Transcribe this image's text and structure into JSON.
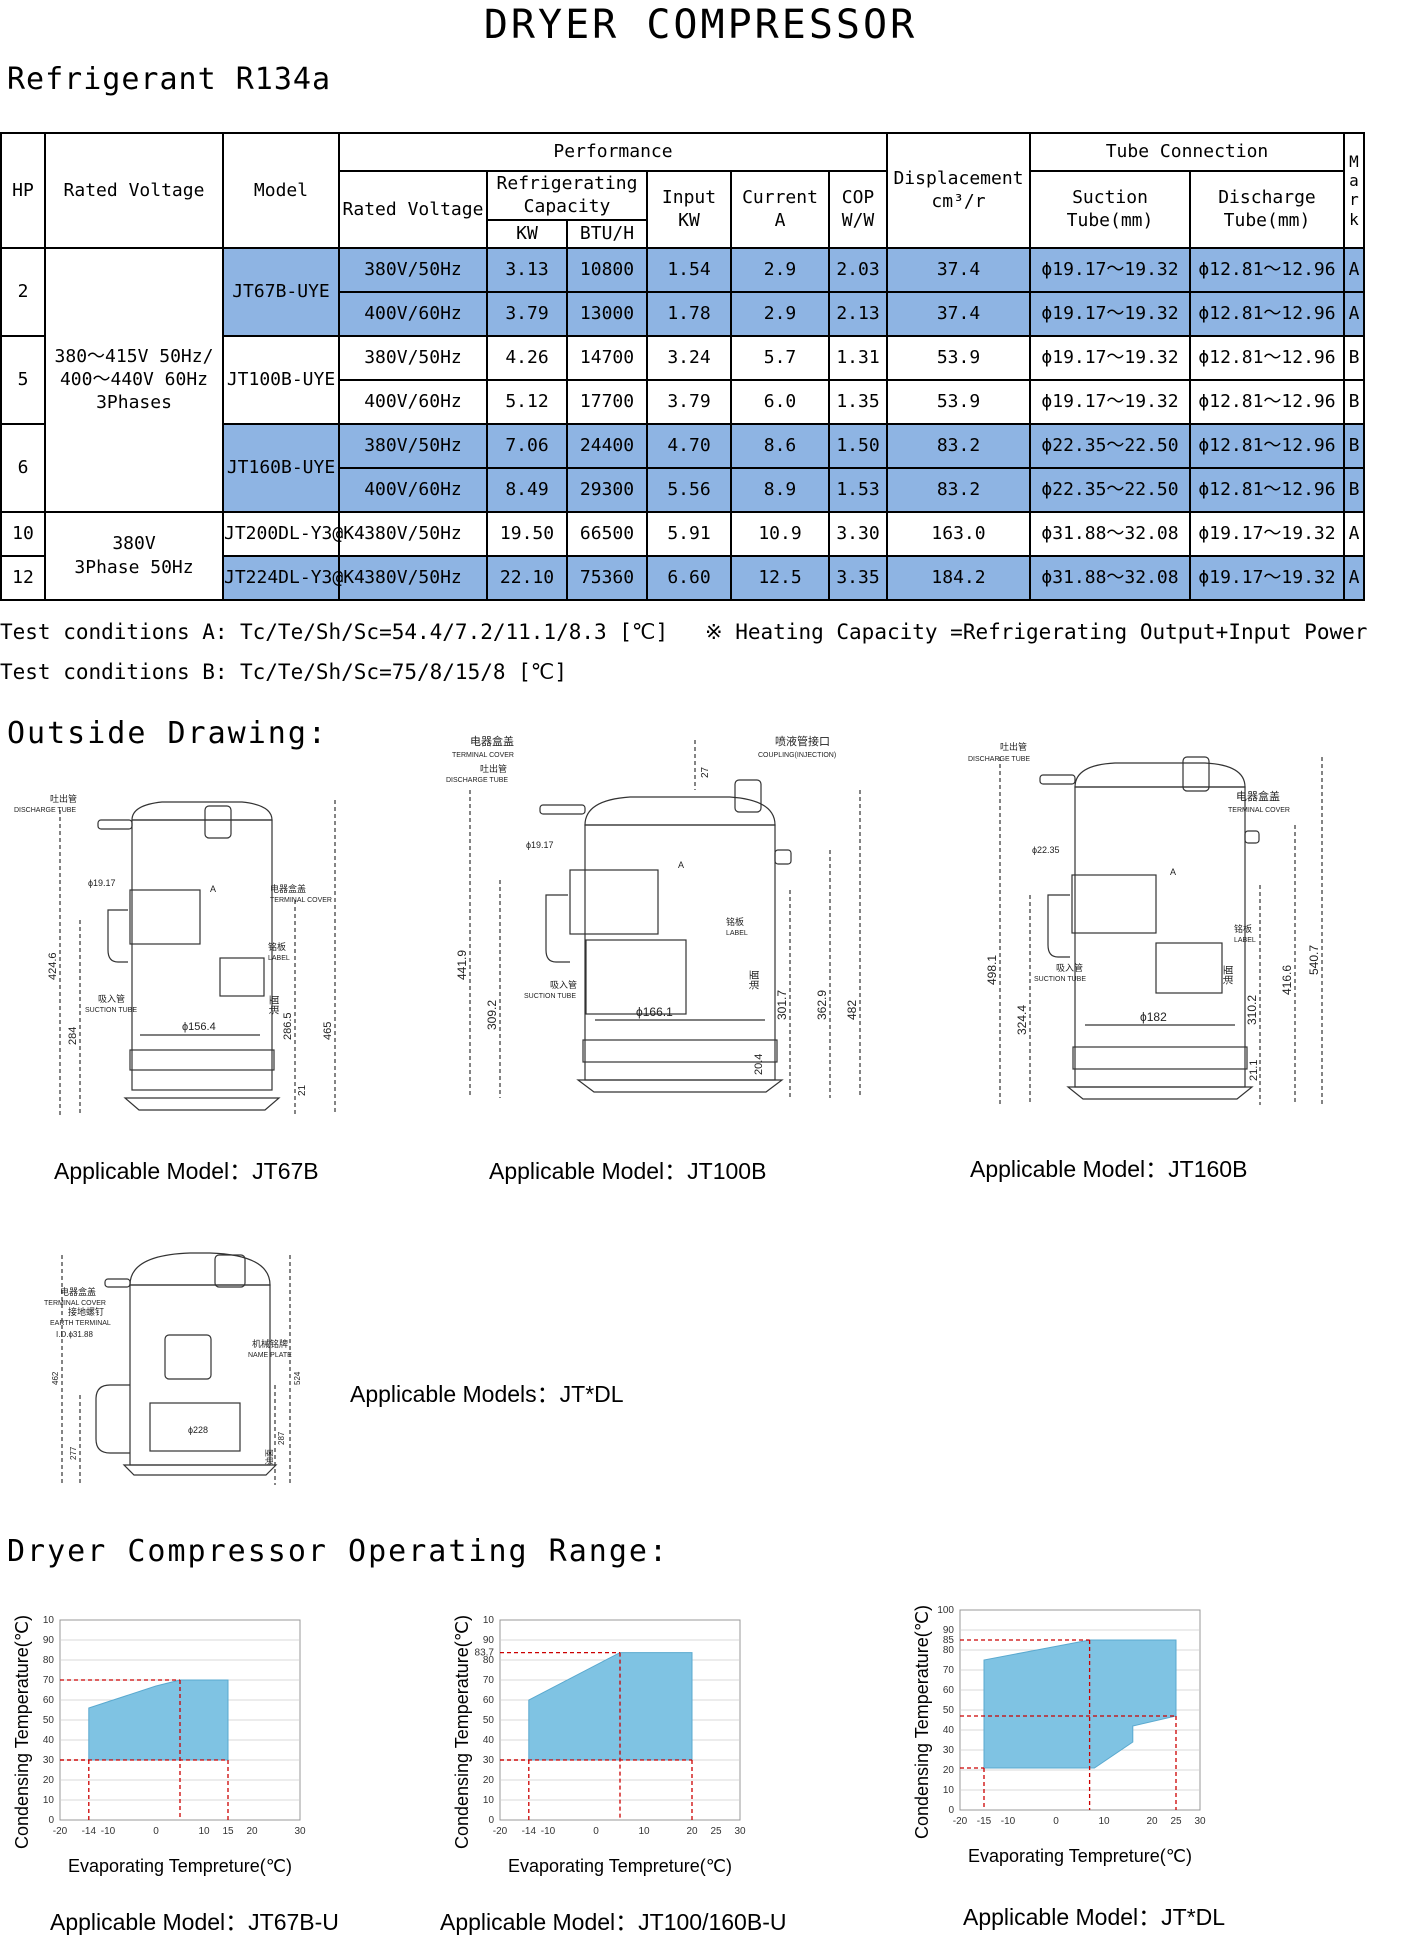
{
  "title": "DRYER COMPRESSOR",
  "refrigerant": "Refrigerant R134a",
  "table": {
    "headers": {
      "hp": "HP",
      "rated_voltage": "Rated Voltage",
      "model": "Model",
      "performance": "Performance",
      "perf_rated_voltage": "Rated Voltage",
      "refrigerating_capacity": "Refrigerating Capacity",
      "kw": "KW",
      "btuh": "BTU/H",
      "input": "Input KW",
      "current": "Current A",
      "cop": "COP W/W",
      "displacement": "Displacement cm³/r",
      "tube_connection": "Tube Connection",
      "suction": "Suction Tube(mm)",
      "discharge": "Discharge Tube(mm)",
      "mark": "Mark"
    },
    "groups": [
      {
        "hp": "2",
        "model": "JT67B-UYE",
        "highlight": true,
        "rows": [
          {
            "voltage": "380V/50Hz",
            "kw": "3.13",
            "btuh": "10800",
            "input": "1.54",
            "current": "2.9",
            "cop": "2.03",
            "disp": "37.4",
            "suction": "ϕ19.17～19.32",
            "discharge": "ϕ12.81～12.96",
            "mark": "A"
          },
          {
            "voltage": "400V/60Hz",
            "kw": "3.79",
            "btuh": "13000",
            "input": "1.78",
            "current": "2.9",
            "cop": "2.13",
            "disp": "37.4",
            "suction": "ϕ19.17～19.32",
            "discharge": "ϕ12.81～12.96",
            "mark": "A"
          }
        ]
      },
      {
        "hp": "5",
        "model": "JT100B-UYE",
        "highlight": false,
        "rows": [
          {
            "voltage": "380V/50Hz",
            "kw": "4.26",
            "btuh": "14700",
            "input": "3.24",
            "current": "5.7",
            "cop": "1.31",
            "disp": "53.9",
            "suction": "ϕ19.17～19.32",
            "discharge": "ϕ12.81～12.96",
            "mark": "B"
          },
          {
            "voltage": "400V/60Hz",
            "kw": "5.12",
            "btuh": "17700",
            "input": "3.79",
            "current": "6.0",
            "cop": "1.35",
            "disp": "53.9",
            "suction": "ϕ19.17～19.32",
            "discharge": "ϕ12.81～12.96",
            "mark": "B"
          }
        ]
      },
      {
        "hp": "6",
        "model": "JT160B-UYE",
        "highlight": true,
        "rows": [
          {
            "voltage": "380V/50Hz",
            "kw": "7.06",
            "btuh": "24400",
            "input": "4.70",
            "current": "8.6",
            "cop": "1.50",
            "disp": "83.2",
            "suction": "ϕ22.35～22.50",
            "discharge": "ϕ12.81～12.96",
            "mark": "B"
          },
          {
            "voltage": "400V/60Hz",
            "kw": "8.49",
            "btuh": "29300",
            "input": "5.56",
            "current": "8.9",
            "cop": "1.53",
            "disp": "83.2",
            "suction": "ϕ22.35～22.50",
            "discharge": "ϕ12.81～12.96",
            "mark": "B"
          }
        ]
      },
      {
        "hp": "10",
        "model": "JT200DL-Y3@K4",
        "highlight": false,
        "rows": [
          {
            "voltage": "380V/50Hz",
            "kw": "19.50",
            "btuh": "66500",
            "input": "5.91",
            "current": "10.9",
            "cop": "3.30",
            "disp": "163.0",
            "suction": "ϕ31.88～32.08",
            "discharge": "ϕ19.17～19.32",
            "mark": "A"
          }
        ]
      },
      {
        "hp": "12",
        "model": "JT224DL-Y3@K4",
        "highlight": true,
        "rows": [
          {
            "voltage": "380V/50Hz",
            "kw": "22.10",
            "btuh": "75360",
            "input": "6.60",
            "current": "12.5",
            "cop": "3.35",
            "disp": "184.2",
            "suction": "ϕ31.88～32.08",
            "discharge": "ϕ19.17～19.32",
            "mark": "A"
          }
        ]
      }
    ],
    "rated_voltage_groups": [
      {
        "lines": [
          "380～415V 50Hz/",
          "400～440V 60Hz",
          "3Phases"
        ]
      },
      {
        "lines": [
          "380V",
          "3Phase 50Hz"
        ]
      }
    ]
  },
  "conditions": {
    "a_label": "Test conditions A:",
    "a_value": "Tc/Te/Sh/Sc=54.4/7.2/11.1/8.3 [℃]",
    "note": "※ Heating Capacity =Refrigerating Output+Input Power",
    "b_label": "Test conditions B:",
    "b_value": "Tc/Te/Sh/Sc=75/8/15/8 [℃]"
  },
  "outside_drawing": {
    "title": "Outside Drawing:",
    "drawings": [
      {
        "caption": "Applicable Model：JT67B",
        "labels": {
          "discharge_cn": "吐出管",
          "discharge_en": "DISCHARGE TUBE",
          "terminal_cn": "电器盒盖",
          "terminal_en": "TERMINAL COVER",
          "label_cn": "铭板",
          "label_en": "LABEL",
          "suction_cn": "吸入管",
          "suction_en": "SUCTION TUBE",
          "tube_dim": "ϕ19.17",
          "a": "A"
        },
        "dims": {
          "d1": "424.6",
          "d2": "284",
          "d3": "286.5",
          "d4": "465",
          "d5": "21",
          "diameter": "ϕ156.4",
          "oil": "油面"
        }
      },
      {
        "caption": "Applicable Model：JT100B",
        "labels": {
          "terminal_cn": "电器盒盖",
          "terminal_en": "TERMINAL COVER",
          "discharge_cn": "吐出管",
          "discharge_en": "DISCHARGE TUBE",
          "coupling_cn": "喷液管接口",
          "coupling_en": "COUPLING(INJECTION)",
          "label_cn": "铭板",
          "label_en": "LABEL",
          "suction_cn": "吸入管",
          "suction_en": "SUCTION TUBE",
          "tube_dim": "ϕ19.17",
          "a": "A"
        },
        "dims": {
          "top": "27",
          "d1": "441.9",
          "d2": "309.2",
          "d3": "301.7",
          "d4": "362.9",
          "d5": "482",
          "d6": "20.4",
          "diameter": "ϕ166.1",
          "oil": "油面"
        }
      },
      {
        "caption": "Applicable Model：JT160B",
        "labels": {
          "discharge_cn": "吐出管",
          "discharge_en": "DISCHARGE TUBE",
          "terminal_cn": "电器盒盖",
          "terminal_en": "TERMINAL COVER",
          "label_cn": "铭板",
          "label_en": "LABEL",
          "suction_cn": "吸入管",
          "suction_en": "SUCTION TUBE",
          "tube_dim": "ϕ22.35",
          "a": "A"
        },
        "dims": {
          "d1": "498.1",
          "d2": "324.4",
          "d3": "310.2",
          "d4": "416.6",
          "d5": "540.7",
          "d6": "21.1",
          "diameter": "ϕ182",
          "oil": "油面"
        }
      },
      {
        "caption": "Applicable Models：JT*DL",
        "labels": {
          "terminal_cn": "电器盒盖",
          "terminal_en": "TERMINAL COVER",
          "earth_cn": "接地螺钉",
          "earth_en": "EARTH TERMINAL",
          "id": "I.D.ϕ31.88",
          "name_cn": "机械铭牌",
          "name_en": "NAME PLATE"
        },
        "dims": {
          "d1": "462",
          "d2": "277",
          "d3": "524",
          "d4": "287",
          "diameter": "ϕ228",
          "oil": "油面"
        }
      }
    ]
  },
  "operating_range": {
    "title": "Dryer Compressor Operating Range:",
    "charts_common": {
      "ylabel": "Condensing Temperature(℃)",
      "xlabel": "Evaporating Tempreture(℃)"
    },
    "captions": [
      "Applicable Model：JT67B-U",
      "Applicable Model：JT100/160B-U",
      "Applicable Model：JT*DL"
    ]
  },
  "chart_data": [
    {
      "type": "area",
      "caption": "Applicable Model：JT67B-U",
      "xlabel": "Evaporating Tempreture(℃)",
      "ylabel": "Condensing Temperature(℃)",
      "xlim": [
        -20,
        30
      ],
      "ylim": [
        0,
        100
      ],
      "x_ticks": [
        {
          "v": -20,
          "t": "-20"
        },
        {
          "v": -14,
          "t": "-14"
        },
        {
          "v": -10,
          "t": "-10"
        },
        {
          "v": 0,
          "t": "0"
        },
        {
          "v": 10,
          "t": "10"
        },
        {
          "v": 15,
          "t": "15"
        },
        {
          "v": 20,
          "t": "20"
        },
        {
          "v": 30,
          "t": "30"
        }
      ],
      "y_ticks": [
        {
          "v": 0,
          "t": "0"
        },
        {
          "v": 10,
          "t": "10"
        },
        {
          "v": 20,
          "t": "20"
        },
        {
          "v": 30,
          "t": "30"
        },
        {
          "v": 40,
          "t": "40"
        },
        {
          "v": 50,
          "t": "50"
        },
        {
          "v": 60,
          "t": "60"
        },
        {
          "v": 70,
          "t": "70"
        },
        {
          "v": 80,
          "t": "80"
        },
        {
          "v": 90,
          "t": "90"
        },
        {
          "v": 100,
          "t": "10"
        }
      ],
      "envelope": [
        [
          -14,
          30
        ],
        [
          -14,
          56
        ],
        [
          0,
          67
        ],
        [
          5,
          70
        ],
        [
          15,
          70
        ],
        [
          15,
          30
        ]
      ],
      "guides": [
        {
          "x": -14,
          "y": 30
        },
        {
          "x": 15,
          "y": 30
        },
        {
          "x": 5,
          "y": 70
        }
      ],
      "grid": true,
      "fill": "#7fc3e3"
    },
    {
      "type": "area",
      "caption": "Applicable Model：JT100/160B-U",
      "xlabel": "Evaporating Tempreture(℃)",
      "ylabel": "Condensing Temperature(℃)",
      "xlim": [
        -20,
        30
      ],
      "ylim": [
        0,
        100
      ],
      "x_ticks": [
        {
          "v": -20,
          "t": "-20"
        },
        {
          "v": -14,
          "t": "-14"
        },
        {
          "v": -10,
          "t": "-10"
        },
        {
          "v": 0,
          "t": "0"
        },
        {
          "v": 10,
          "t": "10"
        },
        {
          "v": 20,
          "t": "20"
        },
        {
          "v": 25,
          "t": "25"
        },
        {
          "v": 30,
          "t": "30"
        }
      ],
      "y_ticks": [
        {
          "v": 0,
          "t": "0"
        },
        {
          "v": 10,
          "t": "10"
        },
        {
          "v": 20,
          "t": "20"
        },
        {
          "v": 30,
          "t": "30"
        },
        {
          "v": 40,
          "t": "40"
        },
        {
          "v": 50,
          "t": "50"
        },
        {
          "v": 60,
          "t": "60"
        },
        {
          "v": 70,
          "t": "70"
        },
        {
          "v": 80,
          "t": "80"
        },
        {
          "v": 83.7,
          "t": "83.7"
        },
        {
          "v": 90,
          "t": "90"
        },
        {
          "v": 100,
          "t": "10"
        }
      ],
      "envelope": [
        [
          -14,
          30
        ],
        [
          -14,
          60
        ],
        [
          5,
          83.7
        ],
        [
          20,
          83.7
        ],
        [
          20,
          30
        ]
      ],
      "guides": [
        {
          "x": -14,
          "y": 30
        },
        {
          "x": 20,
          "y": 30
        },
        {
          "x": 5,
          "y": 83.7
        }
      ],
      "grid": true,
      "fill": "#7fc3e3"
    },
    {
      "type": "area",
      "caption": "Applicable Model：JT*DL",
      "xlabel": "Evaporating Tempreture(℃)",
      "ylabel": "Condensing Temperature(℃)",
      "xlim": [
        -20,
        30
      ],
      "ylim": [
        0,
        100
      ],
      "x_ticks": [
        {
          "v": -20,
          "t": "-20"
        },
        {
          "v": -15,
          "t": "-15"
        },
        {
          "v": -10,
          "t": "-10"
        },
        {
          "v": 0,
          "t": "0"
        },
        {
          "v": 10,
          "t": "10"
        },
        {
          "v": 20,
          "t": "20"
        },
        {
          "v": 25,
          "t": "25"
        },
        {
          "v": 30,
          "t": "30"
        }
      ],
      "y_ticks": [
        {
          "v": 0,
          "t": "0"
        },
        {
          "v": 10,
          "t": "10"
        },
        {
          "v": 20,
          "t": "20"
        },
        {
          "v": 30,
          "t": "30"
        },
        {
          "v": 40,
          "t": "40"
        },
        {
          "v": 50,
          "t": "50"
        },
        {
          "v": 60,
          "t": "60"
        },
        {
          "v": 70,
          "t": "70"
        },
        {
          "v": 80,
          "t": "80"
        },
        {
          "v": 85,
          "t": "85"
        },
        {
          "v": 90,
          "t": "90"
        },
        {
          "v": 100,
          "t": "100"
        }
      ],
      "envelope": [
        [
          -15,
          21
        ],
        [
          -15,
          75
        ],
        [
          7,
          85
        ],
        [
          25,
          85
        ],
        [
          25,
          47
        ],
        [
          16,
          42
        ],
        [
          16,
          34
        ],
        [
          8,
          21
        ]
      ],
      "guides": [
        {
          "x": -15,
          "y": 21
        },
        {
          "x": 25,
          "y": 47
        },
        {
          "x": 7,
          "y": 85
        }
      ],
      "grid": true,
      "fill": "#7fc3e3"
    }
  ]
}
